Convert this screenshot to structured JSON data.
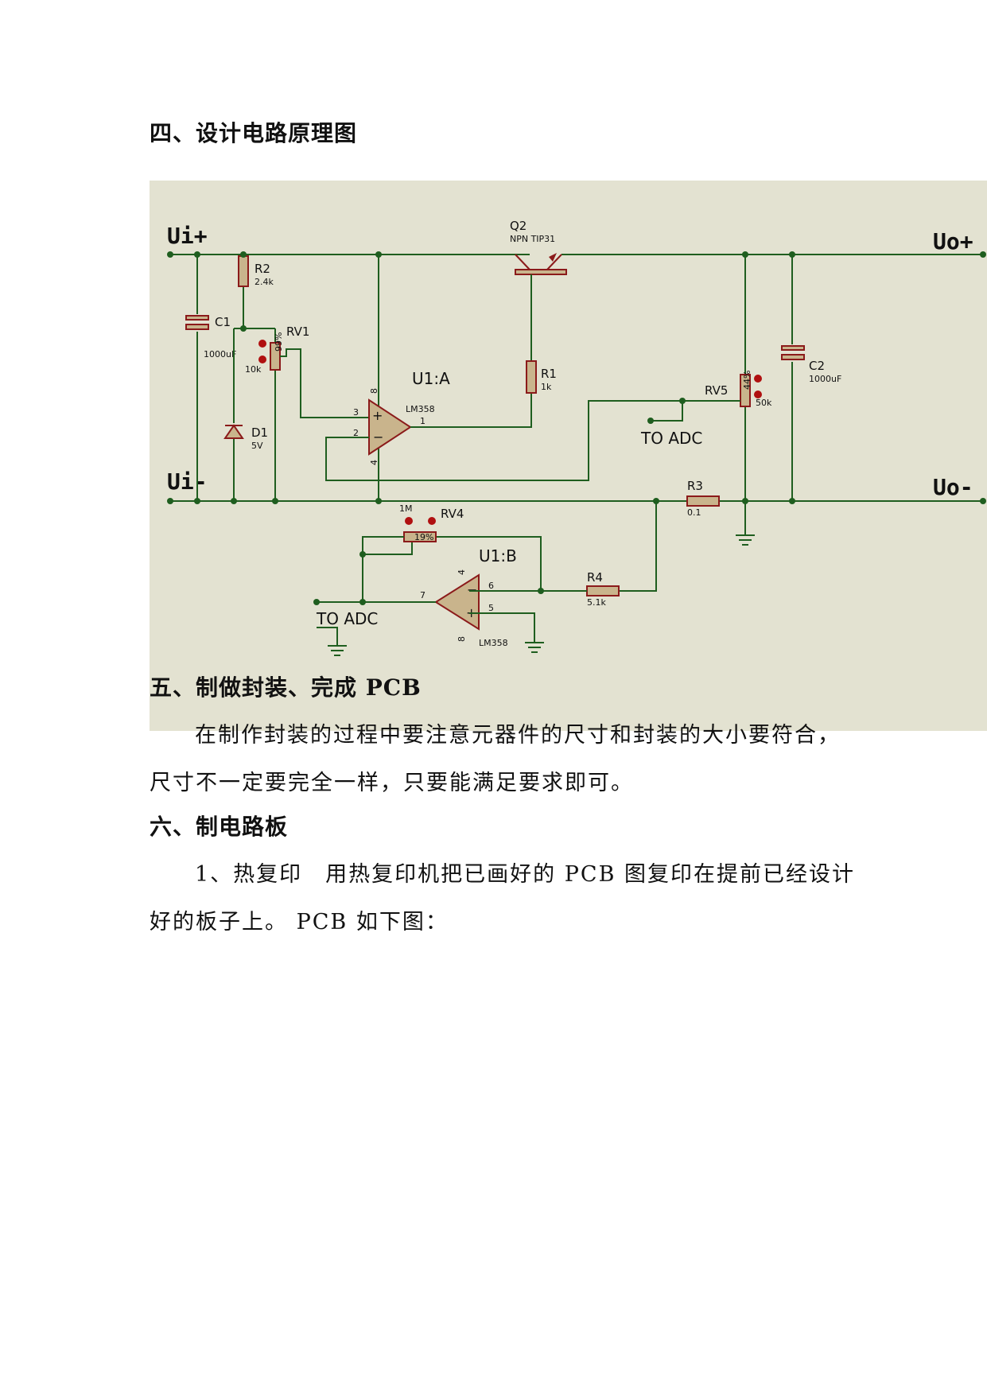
{
  "sections": {
    "s4": {
      "title": "四、设计电路原理图"
    },
    "s5": {
      "title": "五、制做封装、完成 PCB",
      "p1": "在制作封装的过程中要注意元器件的尺寸和封装的大小要符合，",
      "p2": "尺寸不一定要完全一样，只要能满足要求即可。"
    },
    "s6": {
      "title": "六、制电路板",
      "p1": "1、热复印　用热复印机把已画好的 PCB 图复印在提前已经设计",
      "p2": "好的板子上。 PCB 如下图："
    }
  },
  "schematic": {
    "rails": {
      "ui_plus": "Ui+",
      "ui_minus": "Ui-",
      "uo_plus": "Uo+",
      "uo_minus": "Uo-"
    },
    "q2": {
      "ref": "Q2",
      "value": "NPN TIP31"
    },
    "r1": {
      "ref": "R1",
      "value": "1k"
    },
    "r2": {
      "ref": "R2",
      "value": "2.4k"
    },
    "r3": {
      "ref": "R3",
      "value": "0.1"
    },
    "r4": {
      "ref": "R4",
      "value": "5.1k"
    },
    "c1": {
      "ref": "C1",
      "value": "1000uF"
    },
    "c2": {
      "ref": "C2",
      "value": "1000uF"
    },
    "d1": {
      "ref": "D1",
      "value": "5V"
    },
    "rv1": {
      "ref": "RV1",
      "value": "10k",
      "pct": "99%"
    },
    "rv4": {
      "ref": "RV4",
      "value": "1M",
      "pct": "19%"
    },
    "rv5": {
      "ref": "RV5",
      "value": "50k",
      "pct": "44%"
    },
    "u1a": {
      "ref": "U1:A",
      "part": "LM358",
      "pin_plus": "3",
      "pin_minus": "2",
      "pin_out": "1",
      "pin_vcc": "8",
      "pin_gnd": "4"
    },
    "u1b": {
      "ref": "U1:B",
      "part": "LM358",
      "pin_minus": "6",
      "pin_plus": "5",
      "pin_out": "7",
      "pin_vcc": "8",
      "pin_gnd": "4"
    },
    "adc1": "TO ADC",
    "adc2": "TO ADC",
    "background": "#e3e2d1",
    "wire_color": "#1f5e1f",
    "component_color": "#8b1a1a"
  }
}
